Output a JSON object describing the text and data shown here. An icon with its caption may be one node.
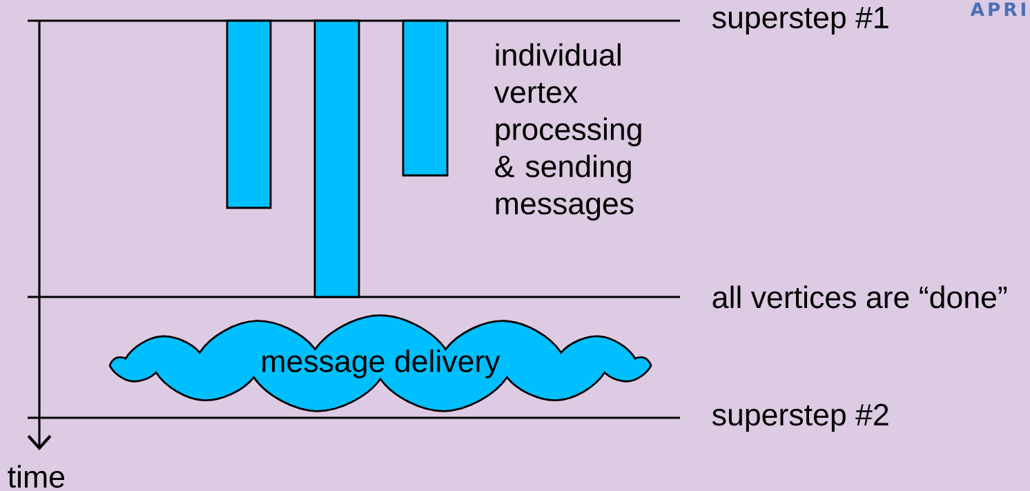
{
  "diagram": {
    "nodes": [
      {
        "text": [],
        "shape": "bar"
      },
      {
        "text": [],
        "shape": "bar"
      },
      {
        "text": [],
        "shape": "bar"
      },
      {
        "text": [
          "message delivery"
        ]
      }
    ],
    "labels": [
      "APRI",
      "superstep #1",
      "individual vertex processing & sending messages",
      "all vertices are “done”",
      "superstep #2",
      "time"
    ]
  }
}
